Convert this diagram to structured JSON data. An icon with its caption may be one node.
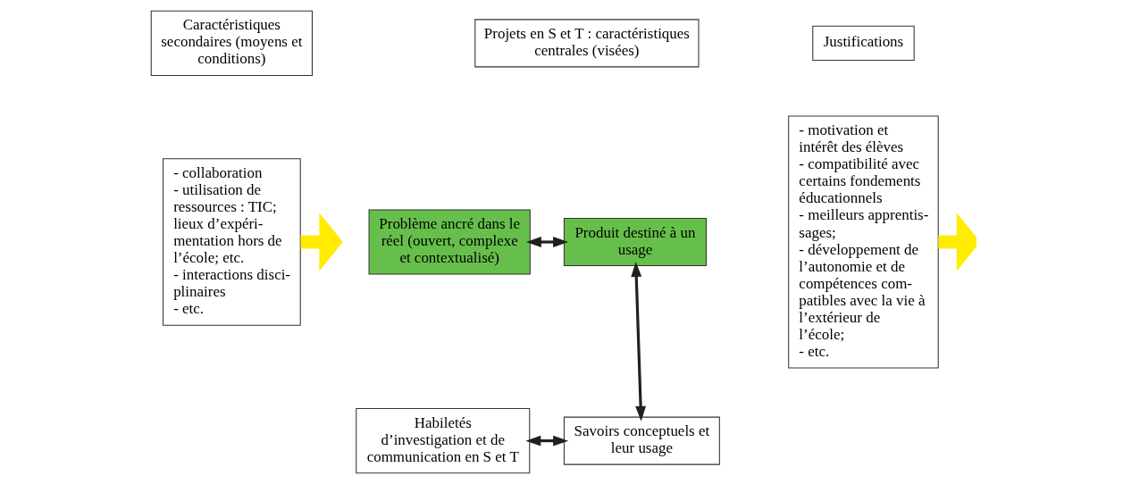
{
  "diagram": {
    "nodes": [
      {
        "text": [
          "Caractéristiques secondaires (moyens et conditions)"
        ]
      },
      {
        "text": [
          "Projets en S et T : caractéristiques centrales (visées)"
        ]
      },
      {
        "text": [
          "Justifications"
        ]
      },
      {
        "text": [
          "- collaboration",
          "- utilisation de ressources : TIC; lieux d’expéri- mentation hors de l’école; etc.",
          "- interactions disci- plinaires",
          "- etc."
        ]
      },
      {
        "text": [
          "Problème ancré dans le réel (ouvert, complexe et contextualisé)"
        ]
      },
      {
        "text": [
          "Produit destiné à un usage"
        ]
      },
      {
        "text": [
          "- motivation et intérêt des élèves",
          "- compatibilité avec certains fondements éducationnels",
          "- meilleurs apprentis- sages;",
          "- développement de l’autonomie et de compétences com- patibles avec la vie à l’extérieur de l’école;",
          "- etc."
        ]
      },
      {
        "text": [
          "Habiletés d’investigation et de communication en S et T"
        ]
      },
      {
        "text": [
          "Savoirs conceptuels et leur usage"
        ]
      }
    ],
    "edges": [
      {
        "from": 4,
        "to": 5,
        "arrow": "both"
      },
      {
        "from": 5,
        "to": 8,
        "arrow": "both"
      },
      {
        "from": 7,
        "to": 8,
        "arrow": "both"
      },
      {
        "from": 3,
        "to": null,
        "arrow": "to",
        "style": "thick",
        "color": "#ffec00"
      },
      {
        "from": 6,
        "to": null,
        "arrow": "to",
        "style": "thick",
        "color": "#ffec00"
      }
    ]
  }
}
